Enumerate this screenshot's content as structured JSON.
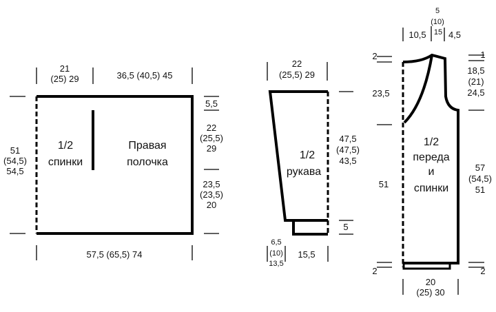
{
  "back_front_piece": {
    "label_half": "1/2",
    "label_back": "спинки",
    "label_right": "Правая",
    "label_front": "полочка",
    "top_left_1": "21",
    "top_left_2": "(25) 29",
    "top_right": "36,5 (40,5) 45",
    "left_1": "51",
    "left_2": "(54,5)",
    "left_3": "54,5",
    "right_top": "5,5",
    "right_mid_1": "22",
    "right_mid_2": "(25,5)",
    "right_mid_3": "29",
    "right_low_1": "23,5",
    "right_low_2": "(23,5)",
    "right_low_3": "20",
    "bottom": "57,5 (65,5) 74"
  },
  "sleeve": {
    "label_half": "1/2",
    "label_name": "рукава",
    "top_1": "22",
    "top_2": "(25,5) 29",
    "right_1": "47,5",
    "right_2": "(47,5)",
    "right_3": "43,5",
    "cuff": "5",
    "bottom_left_1": "6,5",
    "bottom_left_2": "(10)",
    "bottom_left_3": "13,5",
    "bottom": "15,5"
  },
  "body_piece": {
    "label_half": "1/2",
    "label_1": "переда",
    "label_2": "и",
    "label_3": "спинки",
    "top_1": "5",
    "top_2": "(10)",
    "top_left": "10,5",
    "top_mid": "15",
    "top_right": "4,5",
    "left_top": "2",
    "left_neck": "23,5",
    "left_main": "51",
    "left_bottom": "2",
    "right_top": "1",
    "right_arm_1": "18,5",
    "right_arm_2": "(21)",
    "right_arm_3": "24,5",
    "right_main_1": "57",
    "right_main_2": "(54,5)",
    "right_main_3": "51",
    "right_bottom": "2",
    "bottom_1": "20",
    "bottom_2": "(25) 30"
  }
}
